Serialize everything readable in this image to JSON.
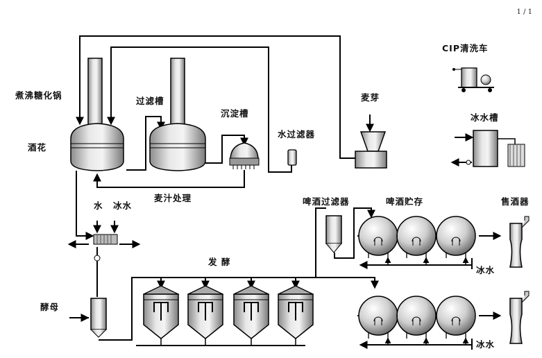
{
  "page_indicator": "1 / 1",
  "labels": {
    "boil_kettle": "煮沸糖化锅",
    "hops": "酒花",
    "lauter_tun": "过滤槽",
    "sediment_tank": "沉淀槽",
    "water_filter": "水过滤器",
    "malt": "麦芽",
    "cip_cart": "CIP清洗车",
    "ice_water_tank": "冰水槽",
    "wort_treatment": "麦汁处理",
    "water": "水",
    "ice_water_top": "冰水",
    "beer_filter": "啤酒过滤器",
    "beer_storage": "啤酒贮存",
    "beer_sale": "售酒器",
    "fermentation": "发 酵",
    "yeast": "酵母",
    "ice_water_row1": "冰水",
    "ice_water_row2": "冰水"
  },
  "colors": {
    "line": "#000000",
    "vessel_fill": "#d6d6d6",
    "vessel_dark": "#8a8a8a",
    "background": "#ffffff"
  }
}
